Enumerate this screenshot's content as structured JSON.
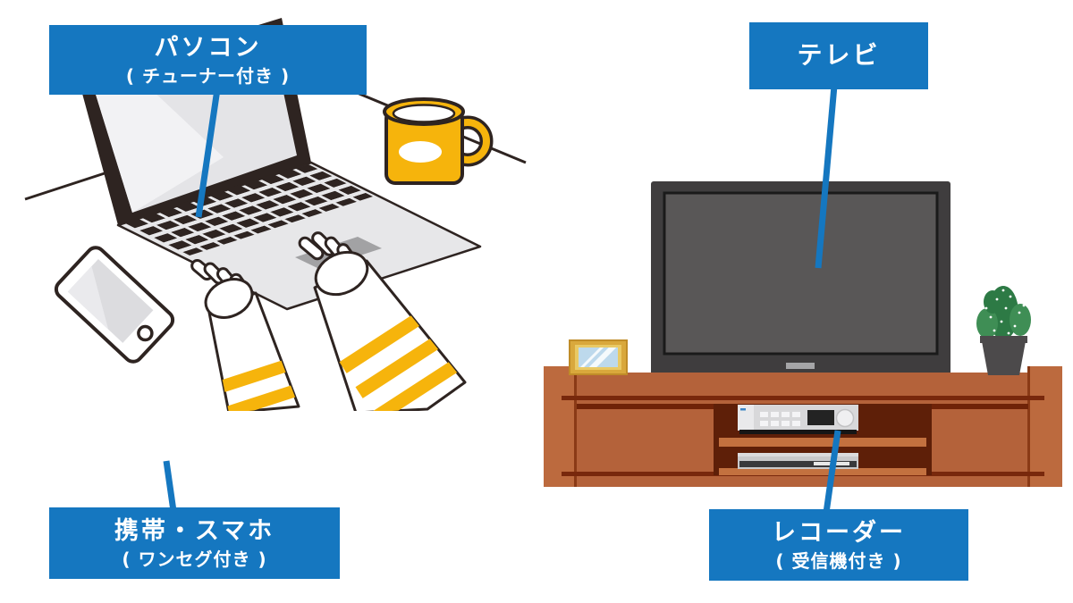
{
  "figure": {
    "type": "labeled-illustration",
    "description": "Devices that can receive TV broadcasts: PC with tuner, mobile phone with One-Seg, TV, recorder with receiver",
    "background": "#ffffff"
  },
  "labels": {
    "pc": {
      "title": "パソコン",
      "subtitle": "( チューナー付き )"
    },
    "tv": {
      "title": "テレビ"
    },
    "mobile": {
      "title": "携帯・スマホ",
      "subtitle": "( ワンセグ付き )"
    },
    "recorder": {
      "title": "レコーダー",
      "subtitle": "( 受信機付き )"
    }
  },
  "colors": {
    "accent_blue": "#1577c0",
    "label_text": "#ffffff",
    "outline_dark": "#2e2421",
    "mug_yellow": "#f6b40c",
    "sleeve_stripe_yellow": "#f6b40c",
    "laptop_screen_gray": "#e9e9ec",
    "tv_frame_gray": "#3f3d3e",
    "tv_screen_gray": "#595757",
    "stand_wood_brown": "#b4623a",
    "stand_recess_brown": "#5e1f08",
    "device_silver": "#d8d8da",
    "photo_frame_gold": "#d9a83c",
    "photo_glass_blue": "#bdd9ec",
    "cactus_green": "#2d7a45"
  },
  "illustrations": [
    "laptop-with-typing-hands",
    "coffee-mug",
    "smartphone",
    "television",
    "tv-stand",
    "recorder",
    "dvd-player",
    "photo-frame",
    "cactus"
  ]
}
